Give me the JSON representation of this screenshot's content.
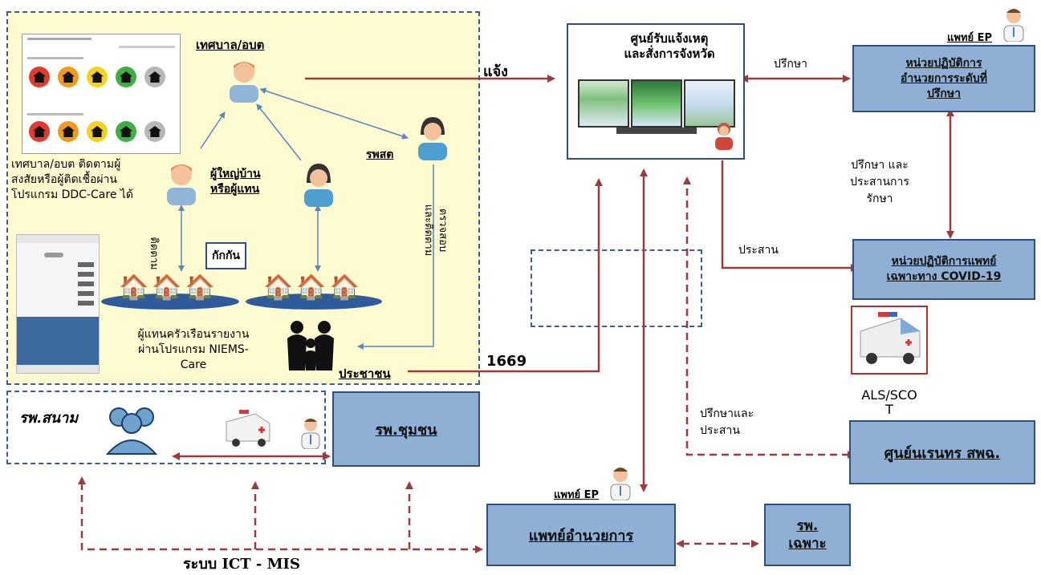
{
  "nodes": {
    "municipality": "เทศบาล/อบต",
    "rpsst": "รพสต",
    "village_head": "ผู้ใหญ่บ้าน\nหรือผู้แทน",
    "isolate": "กักกัน",
    "follow": "ติดตาม",
    "inspect_follow": "ตรวจสอบ\nและติดตาม",
    "municipality_desc": "เทศบาล/อบต ติดตามผู้\nสงสัยหรือผู้ติดเชื้อผ่าน\nโปรแกรม DDC-Care ได้",
    "household_desc": "ผู้แทนครัวเรือนรายงาน\nผ่านโปรแกรม NIEMS-\nCare",
    "citizens": "ประชาชน",
    "field_hospital": "รพ.สนาม",
    "community_hospital": "รพ.ชุมชน",
    "command_center": "ศูนย์รับแจ้งเหตุ\nและสั่งการจังหวัด",
    "consult_unit": "หน่วยปฏิบัติการ\nอำนวยการระดับที่\nปรึกษา",
    "covid_unit": "หน่วยปฏิบัติการแพทย์\nเฉพาะทาง COVID-19",
    "narenthorn": "ศูนย์นเรนทร สพฉ.",
    "medical_director": "แพทย์อำนวยการ",
    "special_hospital": "รพ.\nเฉพาะ",
    "als_sco": "ALS/SCO\nT"
  },
  "labels": {
    "report": "แจ้ง",
    "consult": "ปรึกษา",
    "consult_coordinate_care": "ปรึกษา และ\nประสานการ\nรักษา",
    "coordinate": "ประสาน",
    "consult_coordinate": "ปรึกษาและ\nประสาน",
    "hotline": "1669",
    "ep_doctor_top": "แพทย์ EP",
    "ep_doctor_bottom": "แพทย์ EP",
    "ict_system": "ระบบ ICT - MIS"
  },
  "colors": {
    "arrow": "#9b3b3b",
    "box_fill": "#8fafd4",
    "box_border": "#2f4f7f",
    "yellow": "#fffbd1",
    "dash": "#3a5f8f",
    "risk": [
      "#e23b2e",
      "#f39a1d",
      "#f6d21c",
      "#3cb043",
      "#b8b8b8"
    ]
  }
}
